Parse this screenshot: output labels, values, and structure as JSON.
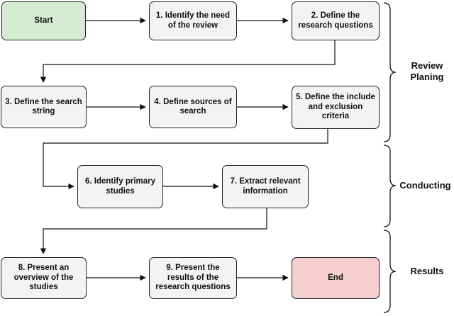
{
  "steps": {
    "start": "Start",
    "s1": "1. Identify the need\nof the review",
    "s2": "2. Define the\nresearch questions",
    "s3": "3. Define the search\nstring",
    "s4": "4. Define sources of\nsearch",
    "s5": "5. Define the include\nand exclusion\ncriteria",
    "s6": "6. Identify primary\nstudies",
    "s7": "7. Extract relevant\ninformation",
    "s8": "8. Present an\noverview of the\nstudies",
    "s9": "9. Present the\nresults of the\nresearch questions",
    "end": "End"
  },
  "phases": {
    "planning": "Review\nPlaning",
    "conducting": "Conducting",
    "results": "Results"
  },
  "colors": {
    "start_fill": "#d6ecd2",
    "end_fill": "#f5cfcf",
    "box_fill": "#f3f3f3",
    "line": "#111111"
  }
}
